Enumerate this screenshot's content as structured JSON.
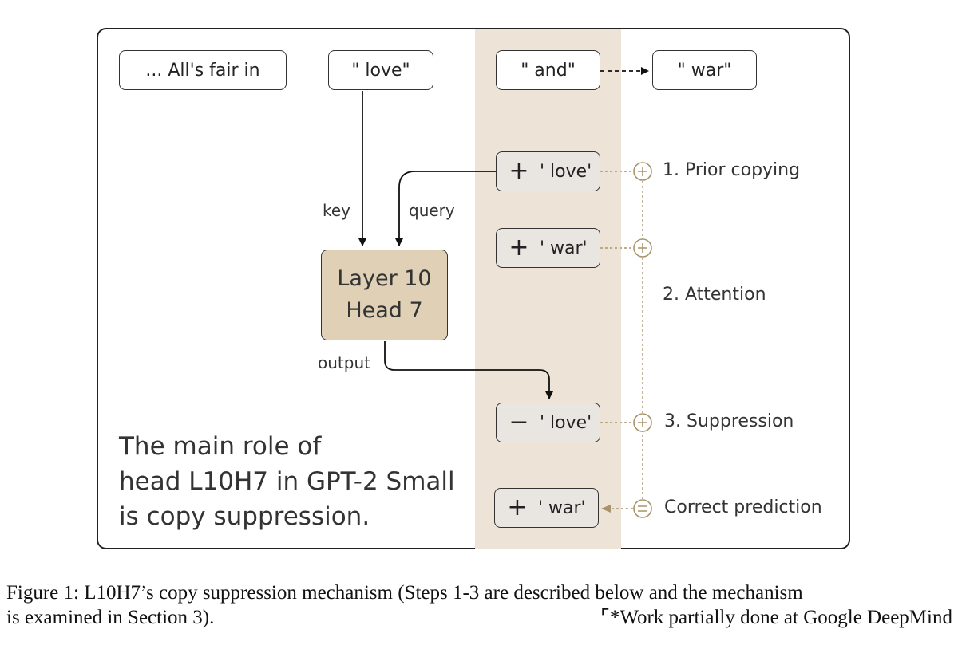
{
  "diagram": {
    "tokens": {
      "context": "... All's fair in",
      "love": "\" love\"",
      "and": "\" and\"",
      "war": "\" war\""
    },
    "edge_labels": {
      "key": "key",
      "query": "query",
      "output": "output"
    },
    "head": {
      "line1": "Layer 10",
      "line2": "Head 7"
    },
    "logits": [
      {
        "sign": "+",
        "token": "' love'"
      },
      {
        "sign": "+",
        "token": "' war'"
      },
      {
        "sign": "−",
        "token": "' love'"
      },
      {
        "sign": "+",
        "token": "' war'"
      }
    ],
    "steps": {
      "prior_copying": "1. Prior copying",
      "attention": "2. Attention",
      "suppression": "3. Suppression",
      "correct_prediction": "Correct prediction"
    },
    "main_role": {
      "line1": "The main role of",
      "line2": "head L10H7 in GPT-2 Small",
      "line3": "is copy suppression."
    },
    "colors": {
      "residual_band": "#eee3d7",
      "head_fill": "#dfd0b6",
      "logit_fill": "#e9e6e2",
      "step_connector": "#a8946c"
    }
  },
  "caption": {
    "line1": "Figure 1: L10H7’s copy suppression mechanism (Steps 1-3 are described below and the mechanism",
    "line2": "is examined in Section 3).",
    "footnote": "⌜*Work partially done at Google DeepMind"
  }
}
